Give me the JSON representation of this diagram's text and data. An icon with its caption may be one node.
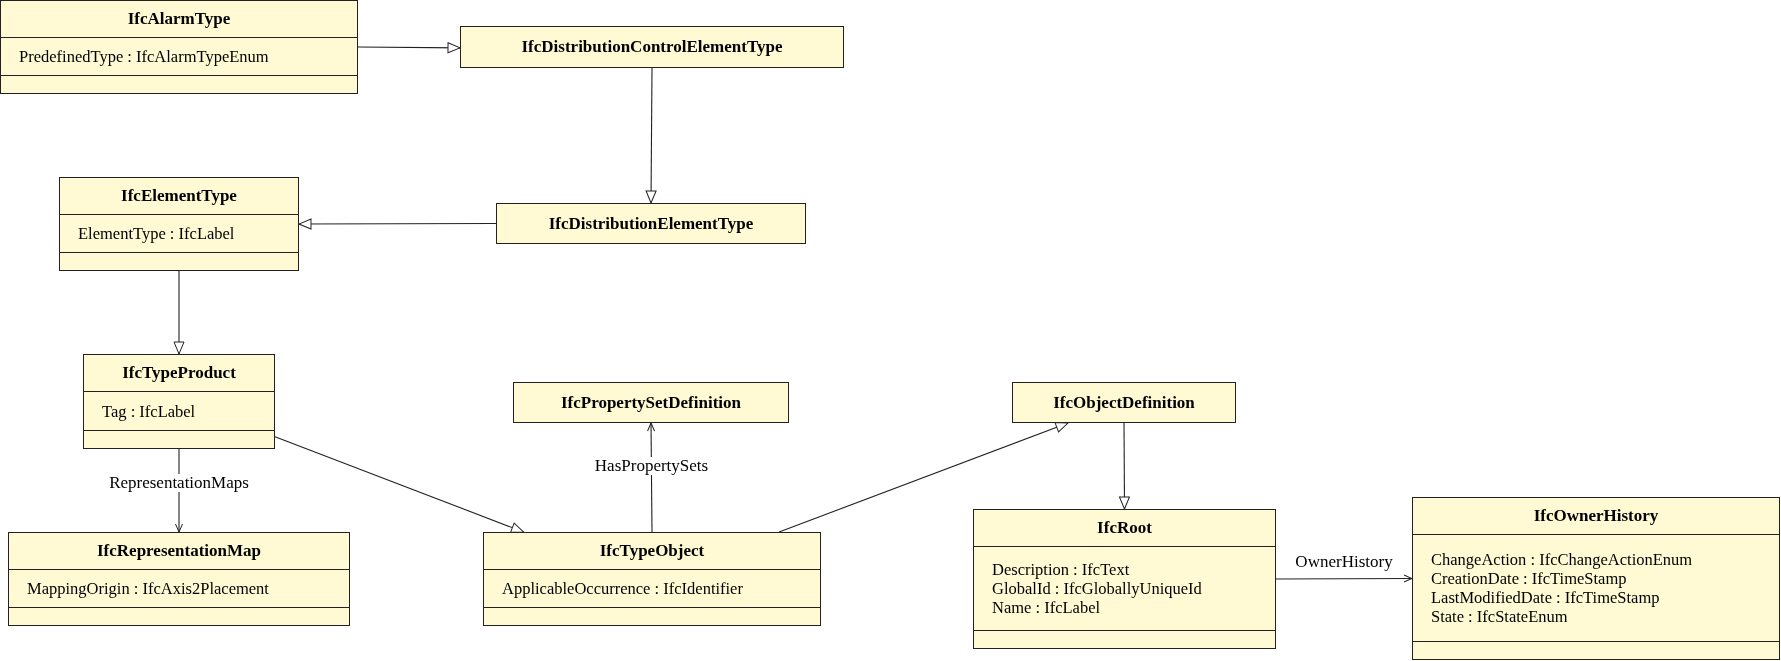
{
  "diagram": {
    "nodes": [
      {
        "text": [
          "IfcAlarmType",
          "PredefinedType : IfcAlarmTypeEnum"
        ]
      },
      {
        "text": [
          "IfcDistributionControlElementType"
        ]
      },
      {
        "text": [
          "IfcElementType",
          "ElementType : IfcLabel"
        ]
      },
      {
        "text": [
          "IfcDistributionElementType"
        ]
      },
      {
        "text": [
          "IfcTypeProduct",
          "Tag : IfcLabel"
        ]
      },
      {
        "text": [
          "IfcPropertySetDefinition"
        ]
      },
      {
        "text": [
          "IfcObjectDefinition"
        ]
      },
      {
        "text": [
          "IfcRepresentationMap",
          "MappingOrigin : IfcAxis2Placement"
        ]
      },
      {
        "text": [
          "IfcTypeObject",
          "ApplicableOccurrence : IfcIdentifier"
        ]
      },
      {
        "text": [
          "IfcRoot",
          "Description : IfcText",
          "GlobalId : IfcGloballyUniqueId",
          "Name : IfcLabel"
        ]
      },
      {
        "text": [
          "IfcOwnerHistory",
          "ChangeAction : IfcChangeActionEnum",
          "CreationDate : IfcTimeStamp",
          "LastModifiedDate : IfcTimeStamp",
          "State : IfcStateEnum"
        ]
      }
    ],
    "edges": [
      {
        "from": 0,
        "to": 1,
        "arrow": "to"
      },
      {
        "from": 1,
        "to": 3,
        "arrow": "to"
      },
      {
        "from": 3,
        "to": 2,
        "arrow": "to"
      },
      {
        "from": 2,
        "to": 4,
        "arrow": "to"
      },
      {
        "from": 4,
        "to": 8,
        "arrow": "to"
      },
      {
        "from": 8,
        "to": 6,
        "arrow": "to"
      },
      {
        "from": 6,
        "to": 9,
        "arrow": "to"
      },
      {
        "from": 4,
        "to": 7,
        "arrow": "to",
        "label": "RepresentationMaps"
      },
      {
        "from": 8,
        "to": 5,
        "arrow": "to",
        "label": "HasPropertySets"
      },
      {
        "from": 9,
        "to": 10,
        "arrow": "to",
        "label": "OwnerHistory"
      }
    ]
  }
}
